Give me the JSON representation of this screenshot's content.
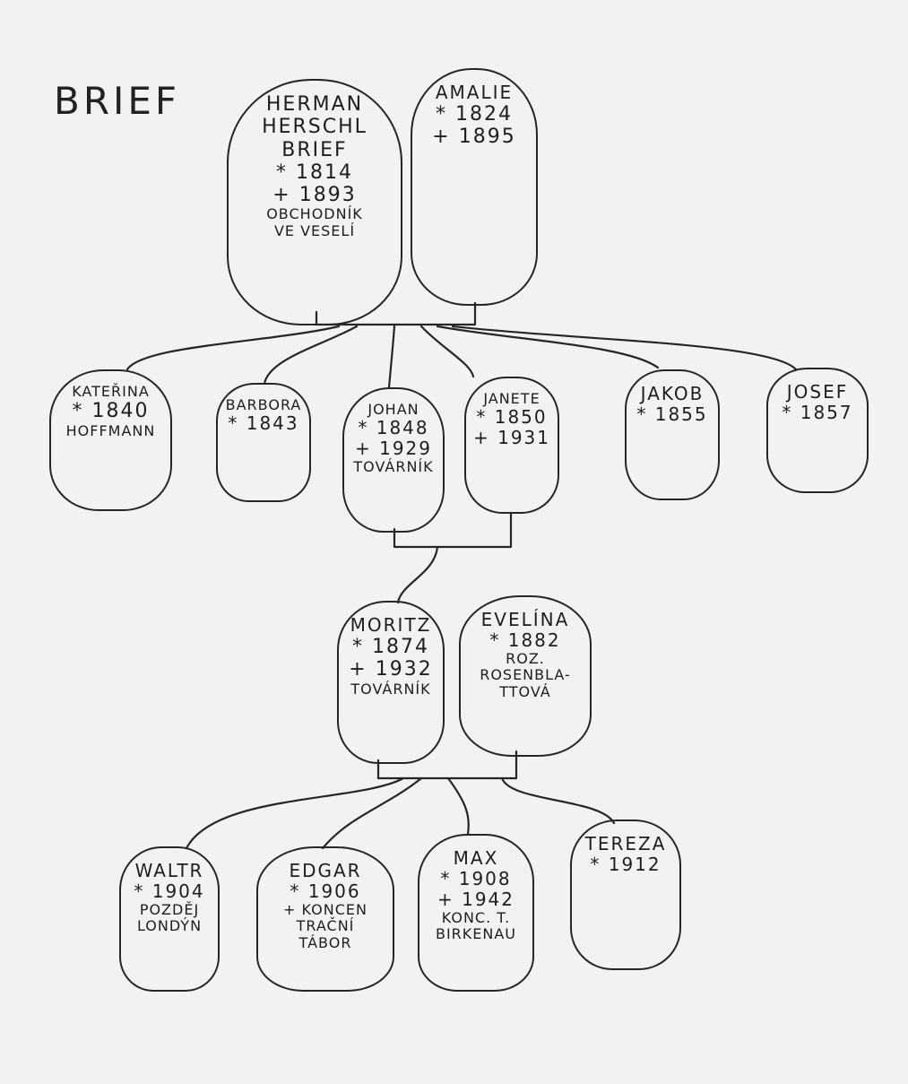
{
  "title": "BRIEF",
  "people": {
    "herman": {
      "lines": [
        "HERMAN",
        "HERSCHL",
        "BRIEF",
        "* 1814",
        "+ 1893",
        "OBCHODNÍK",
        "VE VESELÍ"
      ]
    },
    "amalie": {
      "lines": [
        "AMALIE",
        "* 1824",
        "+ 1895"
      ]
    },
    "katerina": {
      "lines": [
        "KATEŘINA",
        "* 1840",
        "HOFFMANN"
      ]
    },
    "barbora": {
      "lines": [
        "BARBORA",
        "* 1843"
      ]
    },
    "johan": {
      "lines": [
        "JOHAN",
        "* 1848",
        "+ 1929",
        "TOVÁRNÍK"
      ]
    },
    "janete": {
      "lines": [
        "JANETE",
        "* 1850",
        "+ 1931"
      ]
    },
    "jakob": {
      "lines": [
        "JAKOB",
        "* 1855"
      ]
    },
    "josef": {
      "lines": [
        "JOSEF",
        "* 1857"
      ]
    },
    "moritz": {
      "lines": [
        "MORITZ",
        "* 1874",
        "+ 1932",
        "TOVÁRNÍK"
      ]
    },
    "evelina": {
      "lines": [
        "EVELÍNA",
        "* 1882",
        "ROZ.",
        "ROSENBLA-",
        "TTOVÁ"
      ]
    },
    "waltr": {
      "lines": [
        "WALTR",
        "* 1904",
        "POZDĚJ",
        "LONDÝN"
      ]
    },
    "edgar": {
      "lines": [
        "EDGAR",
        "* 1906",
        "+ KONCEN",
        "TRAČNÍ",
        "TÁBOR"
      ]
    },
    "max": {
      "lines": [
        "MAX",
        "* 1908",
        "+ 1942",
        "KONC. T.",
        "BIRKENAU"
      ]
    },
    "tereza": {
      "lines": [
        "TEREZA",
        "* 1912"
      ]
    }
  }
}
